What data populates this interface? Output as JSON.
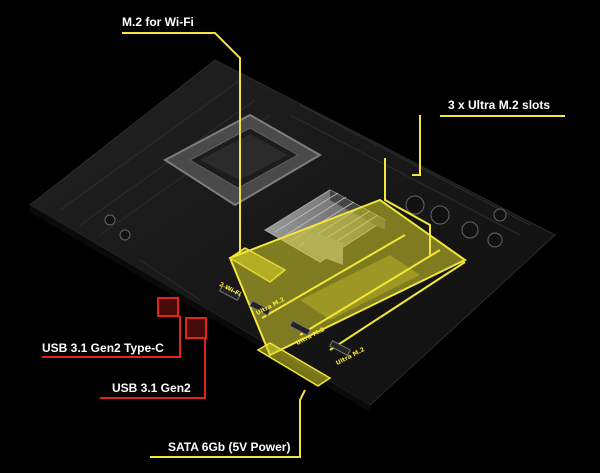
{
  "callouts": {
    "m2_wifi": "M.2 for Wi-Fi",
    "ultra_m2_slots": "3 x Ultra M.2 slots",
    "usb_type_c": "USB 3.1 Gen2 Type-C",
    "usb_gen2": "USB 3.1 Gen2",
    "sata": "SATA 6Gb (5V Power)"
  },
  "board_silk": {
    "wifi": "2 Wi-Fi",
    "ultra_1": "Ultra M.2",
    "ultra_2": "Ultra M.2",
    "ultra_3": "Ultra M.2"
  },
  "colors": {
    "background": "#000000",
    "board": "#1a1a1a",
    "highlight_fill": "#d6cf2a",
    "highlight_line": "#f2e63a",
    "usb_line": "#e0241c",
    "label_text": "#ffffff"
  }
}
